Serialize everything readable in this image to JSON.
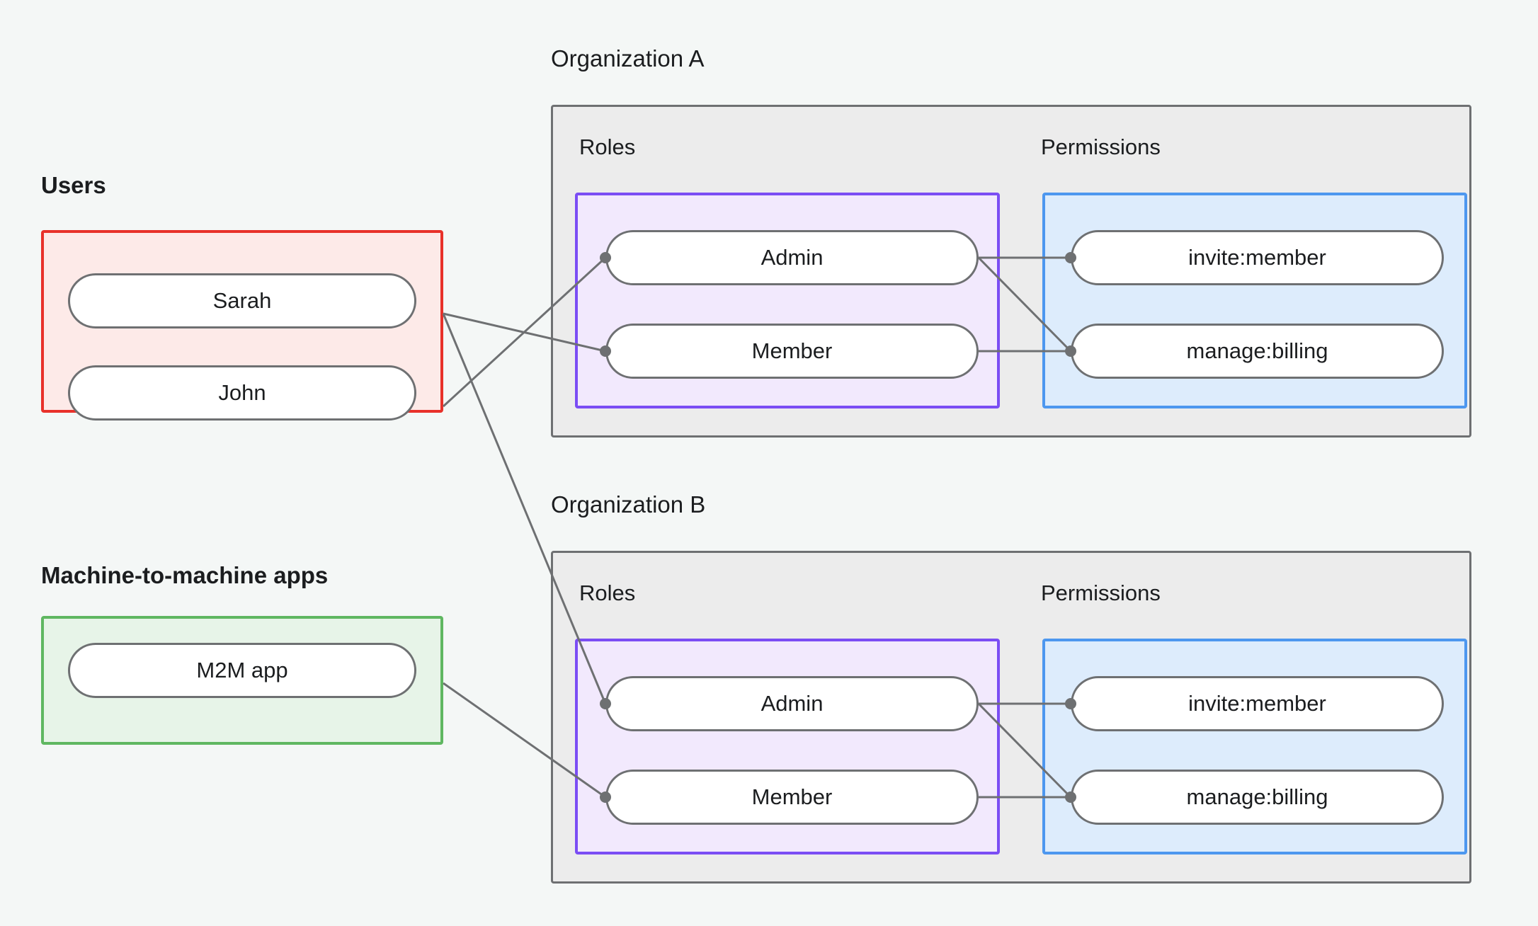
{
  "diagram": {
    "background": "#f4f7f6",
    "title_users": "Users",
    "title_m2m": "Machine-to-machine apps",
    "org_a_title": "Organization A",
    "org_b_title": "Organization B",
    "roles_label": "Roles",
    "permissions_label": "Permissions",
    "colors": {
      "users_border": "#e8312a",
      "users_fill": "#fdeae8",
      "m2m_border": "#5fb761",
      "m2m_fill": "#e7f4e8",
      "roles_border": "#7b4df4",
      "roles_fill": "#f2e9fd",
      "permissions_border": "#4d97ef",
      "permissions_fill": "#ddecfc",
      "org_border": "#6e7072",
      "org_fill": "#ececec",
      "node_border": "#6e7072",
      "node_fill": "#ffffff",
      "edge": "#6e7072",
      "text": "#1b1d1f"
    }
  },
  "users": {
    "label": "Users",
    "nodes": [
      {
        "id": "sarah",
        "label": "Sarah"
      },
      {
        "id": "john",
        "label": "John"
      }
    ]
  },
  "m2m": {
    "label": "Machine-to-machine apps",
    "nodes": [
      {
        "id": "m2m-app",
        "label": "M2M app"
      }
    ]
  },
  "org_a": {
    "title": "Organization A",
    "roles": {
      "label": "Roles",
      "nodes": [
        {
          "id": "a-admin",
          "label": "Admin"
        },
        {
          "id": "a-member",
          "label": "Member"
        }
      ]
    },
    "permissions": {
      "label": "Permissions",
      "nodes": [
        {
          "id": "a-invite",
          "label": "invite:member"
        },
        {
          "id": "a-billing",
          "label": "manage:billing"
        }
      ]
    }
  },
  "org_b": {
    "title": "Organization B",
    "roles": {
      "label": "Roles",
      "nodes": [
        {
          "id": "b-admin",
          "label": "Admin"
        },
        {
          "id": "b-member",
          "label": "Member"
        }
      ]
    },
    "permissions": {
      "label": "Permissions",
      "nodes": [
        {
          "id": "b-invite",
          "label": "invite:member"
        },
        {
          "id": "b-billing",
          "label": "manage:billing"
        }
      ]
    }
  },
  "edges": [
    {
      "from": "sarah",
      "to": "a-member"
    },
    {
      "from": "sarah",
      "to": "b-admin"
    },
    {
      "from": "john",
      "to": "a-admin"
    },
    {
      "from": "m2m-app",
      "to": "b-member"
    },
    {
      "from": "a-admin",
      "to": "a-invite"
    },
    {
      "from": "a-admin",
      "to": "a-billing"
    },
    {
      "from": "a-member",
      "to": "a-billing"
    },
    {
      "from": "b-admin",
      "to": "b-invite"
    },
    {
      "from": "b-admin",
      "to": "b-billing"
    },
    {
      "from": "b-member",
      "to": "b-billing"
    }
  ]
}
